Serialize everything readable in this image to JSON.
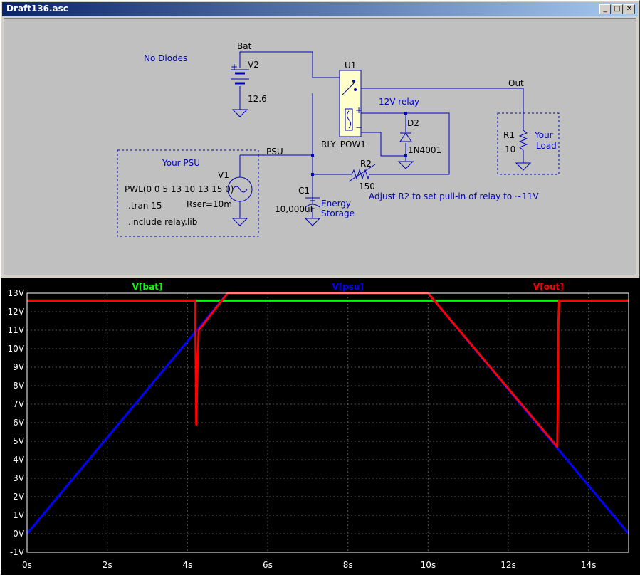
{
  "window": {
    "title": "Draft136.asc",
    "controls": {
      "minimize": "_",
      "restore": "□",
      "close": "✕"
    }
  },
  "schematic": {
    "notes": {
      "no_diodes": "No Diodes",
      "your_psu": "Your PSU",
      "relay": "12V relay",
      "adjust": "Adjust R2 to set pull-in of relay to ~11V",
      "energy": "Energy",
      "storage": "Storage",
      "your": "Your",
      "load": "Load"
    },
    "nets": {
      "bat": "Bat",
      "psu": "PSU",
      "out": "Out"
    },
    "components": {
      "v2_name": "V2",
      "v2_value": "12.6",
      "u1_name": "U1",
      "u1_value": "RLY_POW1",
      "d2_name": "D2",
      "d2_value": "1N4001",
      "r2_name": "R2",
      "r2_value": "150",
      "c1_name": "C1",
      "c1_value": "10,000uF",
      "v1_name": "V1",
      "v1_value": "PWL(0 0 5 13 10 13 15 0)",
      "v1_rser": "Rser=10m",
      "r1_name": "R1",
      "r1_value": "10"
    },
    "directives": {
      "tran": ".tran 15",
      "include": ".include relay.lib"
    },
    "polarity": {
      "plus": "+",
      "minus": "−"
    }
  },
  "plot": {
    "colors": {
      "bat": "#00ff00",
      "psu": "#0000ff",
      "out": "#ff0000",
      "grid": "#555555",
      "axis_text": "#ffffff"
    },
    "chart_data": {
      "type": "line",
      "xlim": [
        0,
        15
      ],
      "ylim": [
        -1,
        13
      ],
      "x_ticks": [
        "0s",
        "2s",
        "4s",
        "6s",
        "8s",
        "10s",
        "12s",
        "14s"
      ],
      "x_tick_values": [
        0,
        2,
        4,
        6,
        8,
        10,
        12,
        14
      ],
      "y_ticks": [
        "-1V",
        "0V",
        "1V",
        "2V",
        "3V",
        "4V",
        "5V",
        "6V",
        "7V",
        "8V",
        "9V",
        "10V",
        "11V",
        "12V",
        "13V"
      ],
      "y_tick_values": [
        -1,
        0,
        1,
        2,
        3,
        4,
        5,
        6,
        7,
        8,
        9,
        10,
        11,
        12,
        13
      ],
      "series": [
        {
          "name": "V[bat]",
          "x": [
            0,
            15
          ],
          "y": [
            12.6,
            12.6
          ]
        },
        {
          "name": "V[psu]",
          "x": [
            0,
            5,
            10,
            15
          ],
          "y": [
            0,
            13,
            13,
            0
          ]
        },
        {
          "name": "V[out]",
          "x": [
            0,
            4.2,
            4.2,
            4.22,
            4.25,
            4.28,
            5,
            10,
            13.22,
            13.23,
            13.25,
            13.27,
            15
          ],
          "y": [
            12.6,
            12.6,
            10.9,
            5.9,
            9.0,
            11.0,
            13.0,
            13.0,
            4.7,
            6.5,
            11.5,
            12.6,
            12.6
          ]
        }
      ]
    }
  }
}
